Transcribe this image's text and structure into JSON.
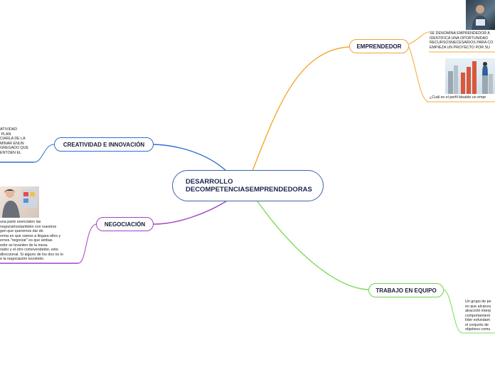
{
  "central": {
    "title": "DESARROLLO DECOMPETENCIASEMPRENDEDORAS"
  },
  "branches": {
    "emprendedor": {
      "label": "EMPRENDEDOR",
      "color": "#f2a23a",
      "note1": "SE DENOMINA EMPRENDEDOR A\nIDENTIFICA UNA OPORTUNIDAD\nRECURSOSNECESARIOS PARA CO\nEMPIEZA UN PROYECTO POR SU",
      "note2": "¿Cuál es el perfil idealde un empr"
    },
    "creatividad": {
      "label": "CREATIVIDAD E INNOVACIÓN",
      "color": "#2d6fd0",
      "note": "ATIVIDAD\n PLAN\nCIARLA DE LA\nMINAR ENUN\nGREGADO QUE\nENTOEN EL"
    },
    "negociacion": {
      "label": "NEGOCIACIÓN",
      "color": "#a040c8",
      "note": "una parte esencialen las\nnegociamostambién con nuestros\ngen que queremos dar de\norma en que vamos a llegara ellos y\nernos.\"negociar\" es que ambas\nedor se levanten de la mesa\nrador y el otro comovendedor, esto\ndireccional. Si alguno de los dos no lo\ne la negociación tuvoéxito."
    },
    "trabajo": {
      "label": "TRABAJO EN EQUIPO",
      "color": "#6fd24a",
      "note": "Un grupo de pe\nen que alcanza\natracción interp\ncomportamient\nlíder esfundam\nel conjunto de \nobjetivos comu"
    }
  }
}
